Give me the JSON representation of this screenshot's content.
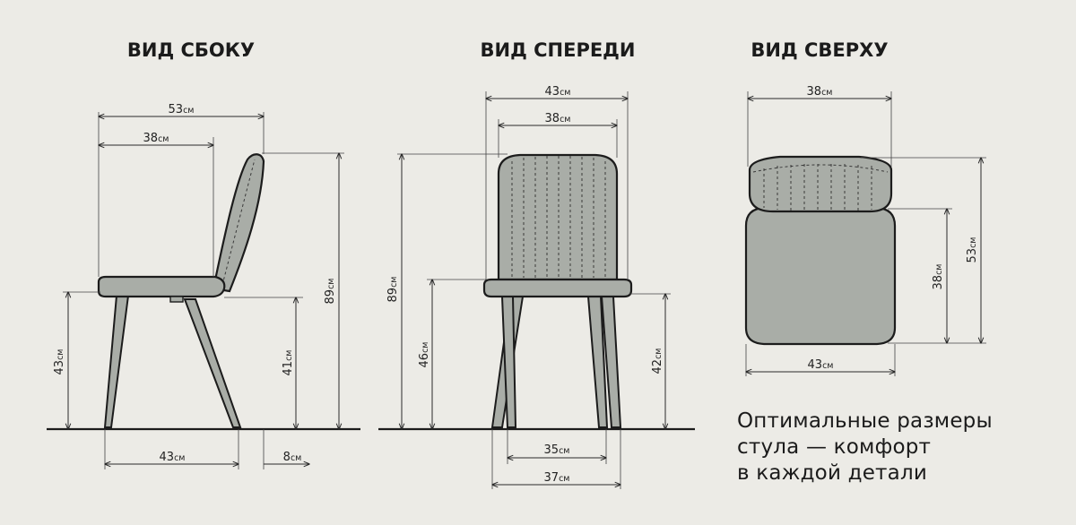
{
  "headings": {
    "side": "ВИД СБОКУ",
    "front": "ВИД СПЕРЕДИ",
    "top": "ВИД СВЕРХУ"
  },
  "unit": "см",
  "side": {
    "overall_depth": "53",
    "seat_depth": "38",
    "total_height": "89",
    "seat_height": "43",
    "seat_front_height": "41",
    "leg_span": "43",
    "back_overhang": "8"
  },
  "front": {
    "overall_width": "43",
    "back_width": "38",
    "total_height": "89",
    "seat_height": "46",
    "seat_bottom_height": "42",
    "leg_inner": "35",
    "leg_outer": "37"
  },
  "top": {
    "back_width": "38",
    "seat_width": "43",
    "seat_depth": "38",
    "overall_depth": "53"
  },
  "caption": {
    "line1": "Оптимальные размеры",
    "line2": "стула — комфорт",
    "line3": "в каждой детали"
  }
}
